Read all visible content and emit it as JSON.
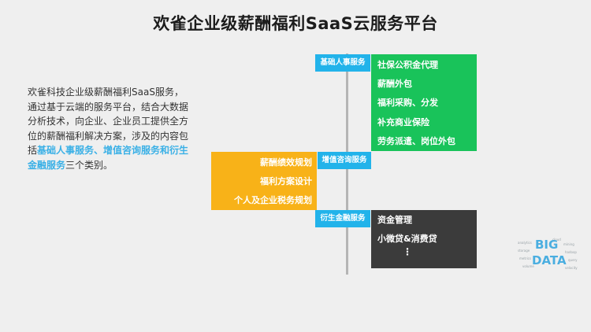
{
  "title": "欢雀企业级薪酬福利SaaS云服务平台",
  "intro": {
    "text_before": "欢雀科技企业级薪酬福利SaaS服务，通过基于云端的服务平台，结合大数据分析技术，向企业、企业员工提供全方位的薪酬福利解决方案，涉及的内容包括",
    "highlight": "基础人事服务、增值咨询服务和衍生金融服务",
    "text_after": "三个类别。"
  },
  "categories": {
    "basic": {
      "label": "基础人事服务",
      "items": [
        "社保公积金代理",
        "薪酬外包",
        "福利采购、分发",
        "补充商业保险",
        "劳务派遣、岗位外包"
      ]
    },
    "consult": {
      "label": "增值咨询服务",
      "items": [
        "薪酬绩效规划",
        "福利方案设计",
        "个人及企业税务规划"
      ]
    },
    "finance": {
      "label": "衍生金融服务",
      "items": [
        "资金管理",
        "小微贷&消费贷",
        "⋮"
      ]
    }
  },
  "logo": {
    "line1": "BIG",
    "line2": "DATA"
  },
  "colors": {
    "tag": "#22b3ea",
    "basic": "#19c35a",
    "consult": "#f8b218",
    "finance": "#3b3b3b",
    "highlight": "#3ab0e6"
  }
}
